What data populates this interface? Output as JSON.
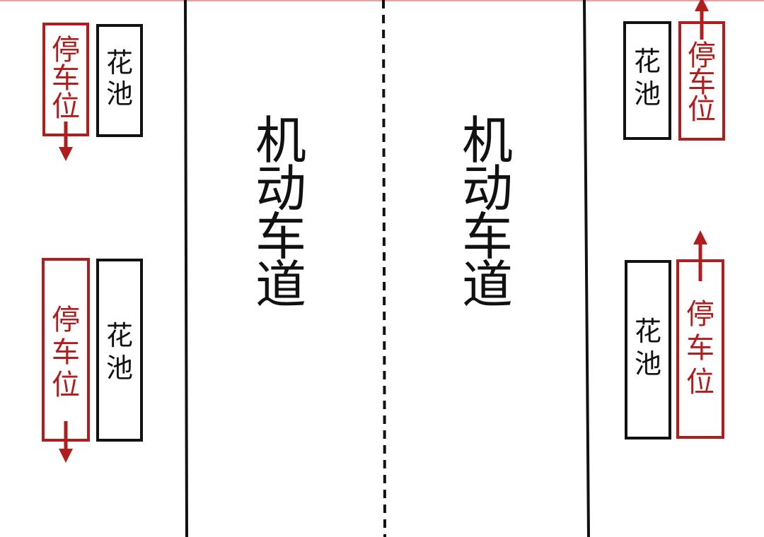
{
  "colors": {
    "background": "#ffffff",
    "line": "#111111",
    "parking": "#b01d1d",
    "top_border": "#e2a3a3"
  },
  "lanes": [
    {
      "id": "lane-left",
      "label": "机动车道"
    },
    {
      "id": "lane-right",
      "label": "机动车道"
    }
  ],
  "parking_spots": [
    {
      "id": "parking-left-top",
      "label": "停车位",
      "arrow": "down"
    },
    {
      "id": "parking-left-bottom",
      "label": "停车位",
      "arrow": "down"
    },
    {
      "id": "parking-right-top",
      "label": "停车位",
      "arrow": "up"
    },
    {
      "id": "parking-right-bottom",
      "label": "停车位",
      "arrow": "up"
    }
  ],
  "flower_beds": [
    {
      "id": "flowerbed-left-top",
      "label": "花池"
    },
    {
      "id": "flowerbed-left-bottom",
      "label": "花池"
    },
    {
      "id": "flowerbed-right-top",
      "label": "花池"
    },
    {
      "id": "flowerbed-right-bottom",
      "label": "花池"
    }
  ]
}
